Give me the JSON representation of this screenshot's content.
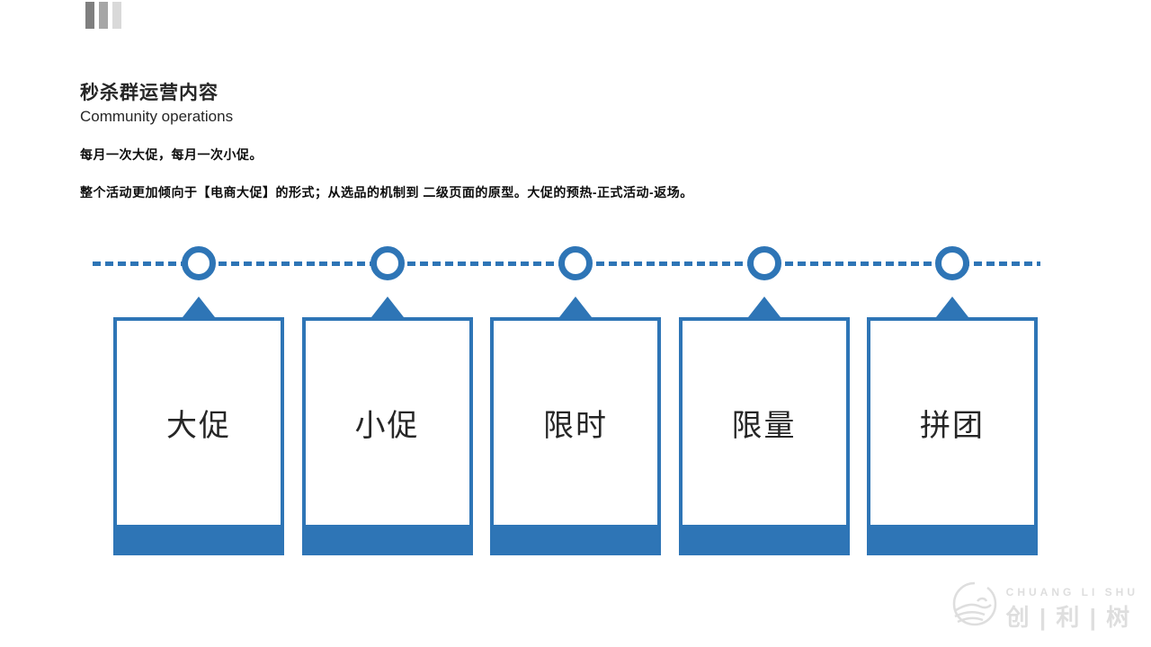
{
  "slide": {
    "title": "秒杀群运营内容",
    "subtitle": "Community operations",
    "body_lines": {
      "line1": "每月一次大促，每月一次小促。",
      "line2": "整个活动更加倾向于【电商大促】的形式；从选品的机制到 二级页面的原型。大促的预热-正式活动-返场。"
    }
  },
  "decoration": {
    "bars": [
      {
        "name": "dark-gray-bar",
        "color": "#7f7f7f"
      },
      {
        "name": "medium-gray-bar",
        "color": "#a6a6a6"
      },
      {
        "name": "light-gray-bar",
        "color": "#d9d9d9"
      }
    ]
  },
  "timeline": {
    "accent_color": "#2E75B6",
    "items": [
      {
        "label": "大促"
      },
      {
        "label": "小促"
      },
      {
        "label": "限时"
      },
      {
        "label": "限量"
      },
      {
        "label": "拼团"
      }
    ]
  },
  "watermark": {
    "line1": "CHUANG LI SHU",
    "line2": "创 | 利 | 树",
    "color": "#dedede"
  }
}
